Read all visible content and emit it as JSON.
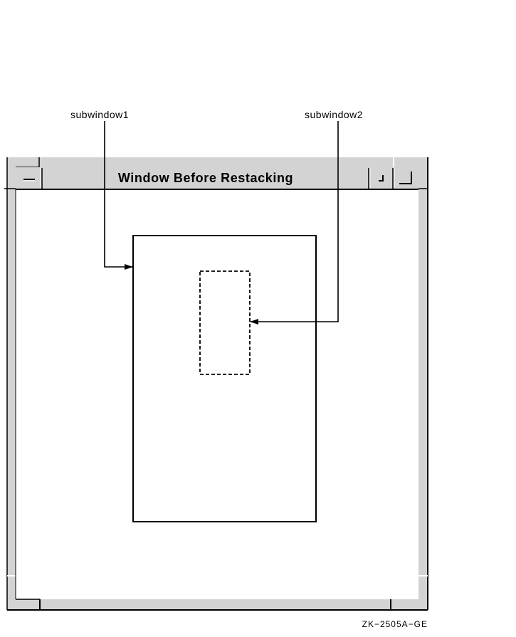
{
  "window": {
    "title": "Window Before Restacking",
    "frame_color": "#d3d3d3",
    "line_color": "#000000"
  },
  "callouts": {
    "subwindow1": "subwindow1",
    "subwindow2": "subwindow2"
  },
  "subwindows": [
    {
      "name": "subwindow1",
      "border": "solid"
    },
    {
      "name": "subwindow2",
      "border": "dashed"
    }
  ],
  "figure_code": "ZK−2505A−GE",
  "icons": {
    "menu_button": "window-menu-icon",
    "minimize_button": "minimize-icon",
    "maximize_button": "maximize-icon"
  }
}
